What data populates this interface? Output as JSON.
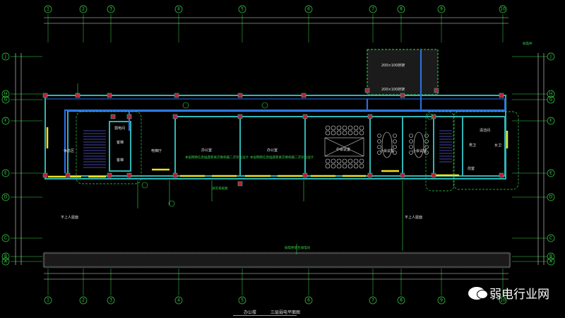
{
  "grid": {
    "columns": [
      "1",
      "2",
      "3",
      "4",
      "5",
      "6",
      "7",
      "8",
      "9",
      "10"
    ],
    "rows": [
      "J",
      "H",
      "G",
      "F",
      "E",
      "D",
      "C",
      "B",
      "A"
    ]
  },
  "rooms": {
    "office_1": "办公室",
    "office_2": "办公室",
    "office_note": "本层网络信息插座距离交换机箱二次深化设计",
    "meeting_mid": "中会议室",
    "meeting_small_1": "小会议室",
    "meeting_small_2": "小会议室",
    "elevator_hall": "电梯厅",
    "lounge": "休息区",
    "elevator_1": "客梯",
    "elevator_2": "客梯",
    "weak_room": "弱电间",
    "toilet_male": "男卫",
    "toilet_female": "女卫",
    "toilet_front": "前室",
    "cleaning": "清洁间",
    "roof_left": "不上人屋面",
    "roof_right": "不上人屋面"
  },
  "annotations": {
    "tray_1": "200×100桥架",
    "tray_2": "200×100桥架",
    "riser": "弱电井",
    "cable_note": "弱电桥架至弱电间",
    "floor_note": "详见系统图"
  },
  "title_block": {
    "building": "办公楼",
    "drawing": "三层弱电平面图"
  },
  "watermark": "弱电行业网",
  "colors": {
    "wall": "#2fb5b5",
    "tray": "#2a6fe0",
    "grid": "#39d84a",
    "window": "#f0e020",
    "column": "#c0202a",
    "dim": "#e8e8e8"
  }
}
